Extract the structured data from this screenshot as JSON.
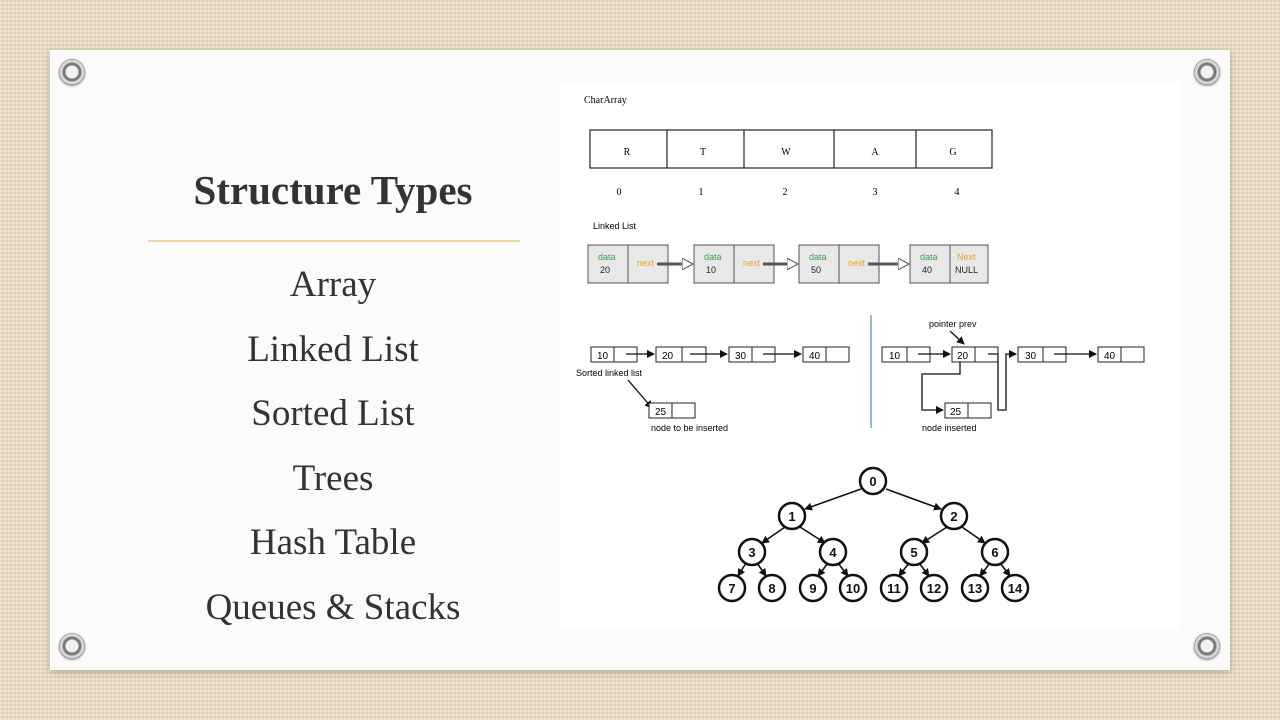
{
  "slide": {
    "title": "Structure Types",
    "items": [
      "Array",
      "Linked List",
      "Sorted List",
      "Trees",
      "Hash Table",
      "Queues & Stacks"
    ]
  },
  "char_array": {
    "label": "CharArray",
    "cells": [
      "R",
      "T",
      "W",
      "A",
      "G"
    ],
    "indices": [
      "0",
      "1",
      "2",
      "3",
      "4"
    ]
  },
  "linked_list": {
    "label": "Linked List",
    "nodes": [
      {
        "data_label": "data",
        "data": "20",
        "next": "next"
      },
      {
        "data_label": "data",
        "data": "10",
        "next": "next"
      },
      {
        "data_label": "data",
        "data": "50",
        "next": "next"
      },
      {
        "data_label": "data",
        "data": "40",
        "next_label": "Next",
        "next": "NULL"
      }
    ]
  },
  "sorted_insert": {
    "left_nodes": [
      "10",
      "20",
      "30",
      "40"
    ],
    "left_label": "Sorted linked list",
    "left_new_node": "25",
    "left_caption": "node to be inserted",
    "right_nodes": [
      "10",
      "20",
      "30",
      "40"
    ],
    "right_pointer_label": "pointer prev",
    "right_new_node": "25",
    "right_caption": "node inserted"
  },
  "tree": {
    "nodes": [
      "0",
      "1",
      "2",
      "3",
      "4",
      "5",
      "6",
      "7",
      "8",
      "9",
      "10",
      "11",
      "12",
      "13",
      "14"
    ]
  },
  "colors": {
    "heading": "#333333",
    "divider": "#efd9a7",
    "ll_data": "#3aa24a",
    "ll_next": "#f0a020",
    "ll_fill": "#e8e8e8",
    "separator": "#4a8ad4"
  }
}
